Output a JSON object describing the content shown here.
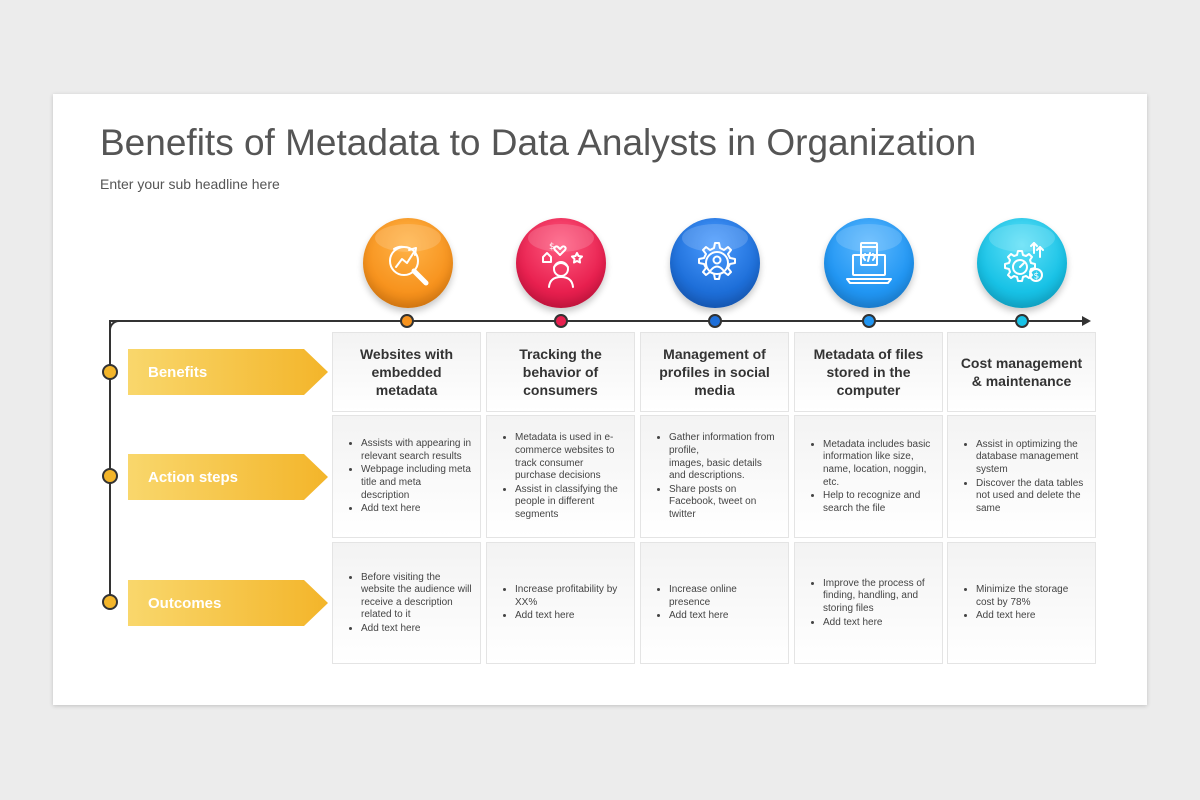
{
  "slide": {
    "title": "Benefits of Metadata to Data Analysts in Organization",
    "subtitle": "Enter your sub headline here"
  },
  "rows": [
    "Benefits",
    "Action steps",
    "Outcomes"
  ],
  "colors": {
    "label_yellow": "#f3b52a",
    "col1": "#f7931e",
    "col2": "#e8204f",
    "col3": "#1e6fd9",
    "col4": "#2196f3",
    "col5": "#18c2e6"
  },
  "columns": [
    {
      "icon": "analytics-magnifier-icon",
      "header": "Websites with embedded metadata",
      "actions": [
        "Assists with appearing in relevant search results",
        "Webpage including meta title and meta description",
        "Add text here"
      ],
      "outcomes": [
        "Before visiting the website the audience will receive a description related to it",
        "Add text here"
      ]
    },
    {
      "icon": "consumer-behavior-icon",
      "header": "Tracking the behavior of consumers",
      "actions": [
        "Metadata is used in e-commerce websites to track consumer purchase decisions",
        "Assist in classifying the people in different segments"
      ],
      "outcomes": [
        "Increase profitability by XX%",
        "Add text here"
      ]
    },
    {
      "icon": "profile-gear-icon",
      "header": "Management of profiles in social media",
      "actions": [
        "Gather information from profile,",
        "images, basic details and descriptions.",
        "Share posts on Facebook, tweet on twitter"
      ],
      "outcomes": [
        "Increase online presence",
        "Add text here"
      ]
    },
    {
      "icon": "laptop-code-icon",
      "header": "Metadata of files stored in the computer",
      "actions": [
        "Metadata includes basic information like size, name, location, noggin, etc.",
        "Help to recognize and search the file"
      ],
      "outcomes": [
        "Improve the process of finding, handling, and storing files",
        "Add text here"
      ]
    },
    {
      "icon": "cost-gear-icon",
      "header": "Cost management & maintenance",
      "actions": [
        "Assist in optimizing the database management system",
        "Discover the data tables not used and delete the same"
      ],
      "outcomes": [
        "Minimize the storage cost by 78%",
        "Add text here"
      ]
    }
  ]
}
